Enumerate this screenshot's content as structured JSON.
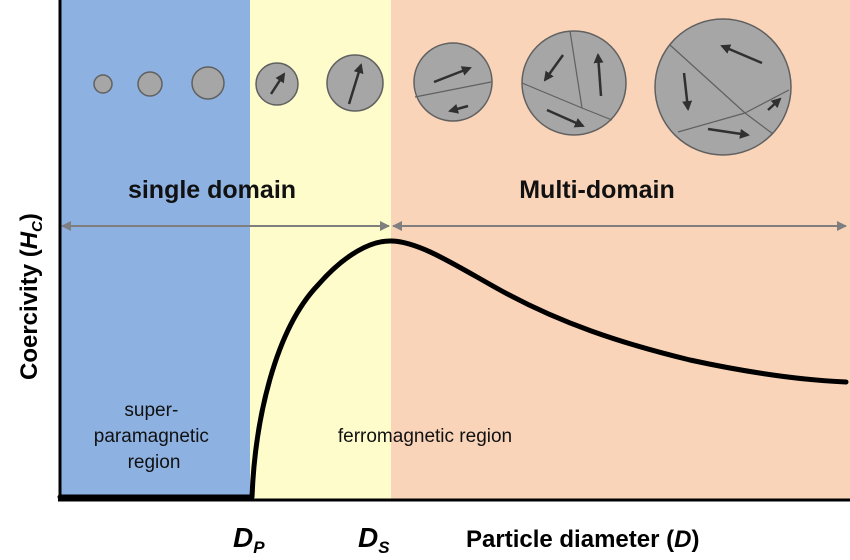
{
  "colors": {
    "superparamagnetic_bg": "#8db2e2",
    "single_domain_bg": "#fefccb",
    "multi_domain_bg": "#f9d4b9",
    "particle_fill": "#a6a6a6",
    "particle_stroke": "#606060",
    "arrow": "#303030",
    "range_arrow": "#7f7f7f",
    "curve": "#000000"
  },
  "regions": {
    "superparamagnetic": [
      "super-",
      "paramagnetic",
      "region"
    ],
    "ferromagnetic": "ferromagnetic region"
  },
  "domain_labels": {
    "single": "single domain",
    "multi": "Multi-domain"
  },
  "axes": {
    "y_title_main": "Coercivity (",
    "y_title_sym": "H",
    "y_title_sub": "C",
    "y_title_close": ")",
    "x_title_main": "Particle diameter (",
    "x_title_sym": "D",
    "x_title_close": ")",
    "ticks": [
      {
        "main": "D",
        "sub": "P"
      },
      {
        "main": "D",
        "sub": "S"
      }
    ]
  },
  "particles": [
    {
      "domains": 0
    },
    {
      "domains": 0
    },
    {
      "domains": 0
    },
    {
      "domains": 1
    },
    {
      "domains": 1
    },
    {
      "domains": 2
    },
    {
      "domains": 3
    },
    {
      "domains": 4
    }
  ],
  "chart_data": {
    "type": "line",
    "xlabel": "Particle diameter (D)",
    "ylabel": "Coercivity (HC)",
    "x_ticks": [
      "DP",
      "DS"
    ],
    "series": [
      {
        "description": "Coercivity is zero up to DP, rises steeply to a maximum at DS, then decays slowly in the multi-domain range",
        "shape": "zero below DP, peak at DS, decay beyond DS"
      }
    ]
  }
}
